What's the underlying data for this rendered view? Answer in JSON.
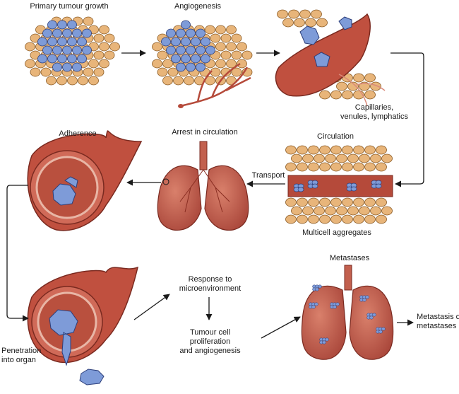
{
  "labels": {
    "primary_tumour_growth": "Primary tumour growth",
    "angiogenesis": "Angiogenesis",
    "capillaries_l1": "Capillaries,",
    "capillaries_l2": "venules, lymphatics",
    "circulation": "Circulation",
    "multicell_aggregates": "Multicell aggregates",
    "transport": "Transport",
    "arrest_in_circulation": "Arrest in circulation",
    "adherence": "Adherence",
    "penetration_l1": "Penetration",
    "penetration_l2": "into organ",
    "response_l1": "Response to",
    "response_l2": "microenvironment",
    "proliferation_l1": "Tumour cell",
    "proliferation_l2": "proliferation",
    "proliferation_l3": "and angiogenesis",
    "metastases": "Metastases",
    "metastasis_of_l1": "Metastasis of",
    "metastasis_of_l2": "metastases"
  },
  "colors": {
    "tissue_cell": "#e8b57a",
    "tumour_cell": "#7e9bd8",
    "vessel": "#b54a3a",
    "organ": "#c2604e",
    "arrow": "#1a1a1a"
  }
}
